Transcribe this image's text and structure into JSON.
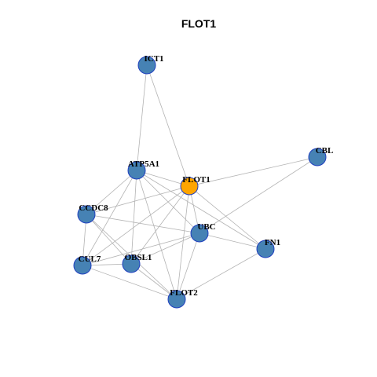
{
  "title": "FLOT1",
  "colors": {
    "node_fill": "#4682b4",
    "highlight_fill": "#ffa500",
    "node_border": "#1f3fbf",
    "edge": "#b3b3b3"
  },
  "nodes": [
    {
      "id": "ICT1",
      "label": "ICT1",
      "highlight": false
    },
    {
      "id": "CBL",
      "label": "CBL",
      "highlight": false
    },
    {
      "id": "ATP5A1",
      "label": "ATP5A1",
      "highlight": false
    },
    {
      "id": "FLOT1",
      "label": "FLOT1",
      "highlight": true
    },
    {
      "id": "CCDC8",
      "label": "CCDC8",
      "highlight": false
    },
    {
      "id": "UBC",
      "label": "UBC",
      "highlight": false
    },
    {
      "id": "FN1",
      "label": "FN1",
      "highlight": false
    },
    {
      "id": "CUL7",
      "label": "CUL7",
      "highlight": false
    },
    {
      "id": "OBSL1",
      "label": "OBSL1",
      "highlight": false
    },
    {
      "id": "FLOT2",
      "label": "FLOT2",
      "highlight": false
    }
  ],
  "edges": [
    [
      "ICT1",
      "ATP5A1"
    ],
    [
      "ICT1",
      "FLOT1"
    ],
    [
      "CBL",
      "FLOT1"
    ],
    [
      "CBL",
      "UBC"
    ],
    [
      "ATP5A1",
      "FLOT1"
    ],
    [
      "ATP5A1",
      "CCDC8"
    ],
    [
      "ATP5A1",
      "CUL7"
    ],
    [
      "ATP5A1",
      "OBSL1"
    ],
    [
      "ATP5A1",
      "UBC"
    ],
    [
      "ATP5A1",
      "FN1"
    ],
    [
      "ATP5A1",
      "FLOT2"
    ],
    [
      "FLOT1",
      "CCDC8"
    ],
    [
      "FLOT1",
      "UBC"
    ],
    [
      "FLOT1",
      "FN1"
    ],
    [
      "FLOT1",
      "CUL7"
    ],
    [
      "FLOT1",
      "OBSL1"
    ],
    [
      "FLOT1",
      "FLOT2"
    ],
    [
      "CCDC8",
      "UBC"
    ],
    [
      "CCDC8",
      "CUL7"
    ],
    [
      "CCDC8",
      "OBSL1"
    ],
    [
      "CCDC8",
      "FLOT2"
    ],
    [
      "UBC",
      "FN1"
    ],
    [
      "UBC",
      "CUL7"
    ],
    [
      "UBC",
      "OBSL1"
    ],
    [
      "UBC",
      "FLOT2"
    ],
    [
      "FN1",
      "FLOT2"
    ],
    [
      "CUL7",
      "OBSL1"
    ],
    [
      "CUL7",
      "FLOT2"
    ],
    [
      "OBSL1",
      "FLOT2"
    ]
  ]
}
